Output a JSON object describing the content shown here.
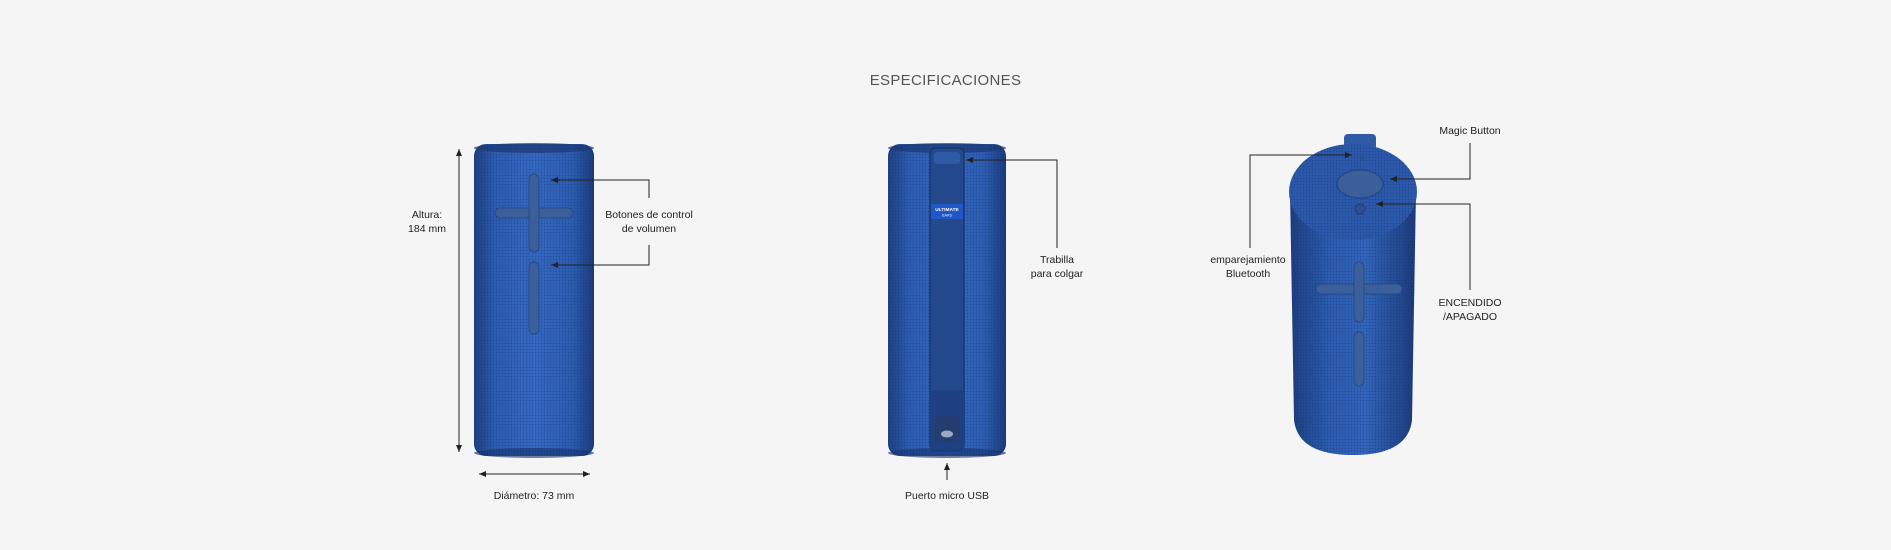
{
  "page": {
    "title": "ESPECIFICACIONES"
  },
  "views": {
    "front": {
      "height_label_line1": "Altura:",
      "height_label_line2": "184 mm",
      "volume_label_line1": "Botones de control",
      "volume_label_line2": "de volumen",
      "diameter_label": "Diámetro: 73 mm"
    },
    "back": {
      "badge_line1": "ULTIMATE",
      "badge_line2": "EARS",
      "strap_label_line1": "Trabilla",
      "strap_label_line2": "para colgar",
      "usb_label": "Puerto micro USB"
    },
    "top": {
      "magic_label": "Magic Button",
      "pairing_label_line1": "emparejamiento",
      "pairing_label_line2": "Bluetooth",
      "power_label_line1": "ENCENDIDO",
      "power_label_line2": "/APAGADO"
    }
  },
  "colors": {
    "background": "#f5f5f5",
    "speaker_blue": "#2a57a8",
    "speaker_dark": "#1b3a78",
    "control_blue": "#3a5f9a",
    "line": "#222222"
  }
}
